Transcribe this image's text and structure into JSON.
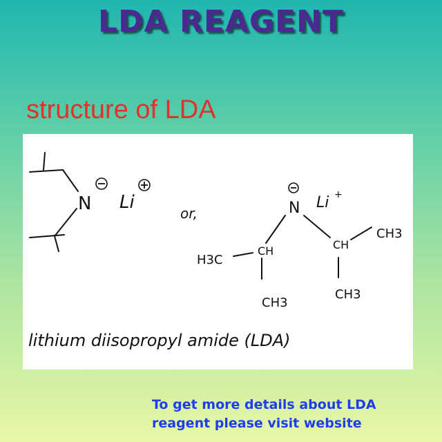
{
  "header": {
    "title": "LDA REAGENT"
  },
  "section": {
    "subtitle": "structure of LDA"
  },
  "structure": {
    "left": {
      "nitrogen": "N",
      "lithium": "Li"
    },
    "connector": "or,",
    "right": {
      "nitrogen": "N",
      "lithium": "Li",
      "ch_left": "CH",
      "ch_right": "CH",
      "h3c": "H3C",
      "ch3_left": "CH3",
      "ch3_right": "CH3",
      "ch3_top": "CH3"
    },
    "name": "lithium diisopropyl amide (LDA)"
  },
  "footer": {
    "line1": "To get more details about LDA",
    "line2": "reagent please visit website"
  },
  "colors": {
    "title": "#4b2a8f",
    "subtitle": "#e0322a",
    "footer": "#1f3df0",
    "ink": "#111111"
  }
}
